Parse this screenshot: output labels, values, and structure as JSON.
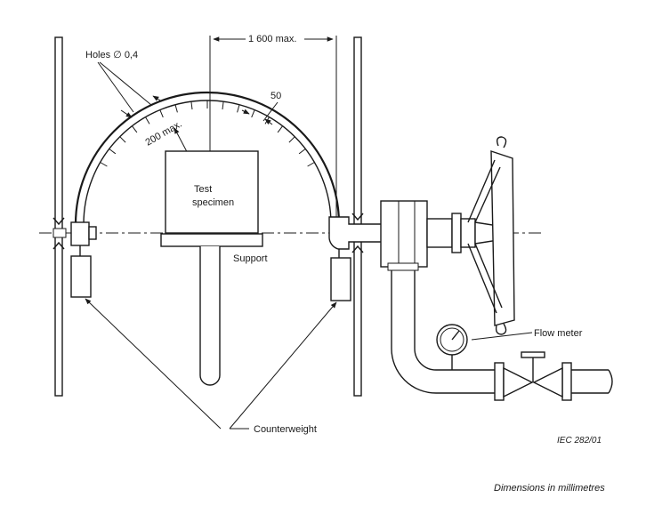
{
  "labels": {
    "holes": "Holes ∅ 0,4",
    "width_max": "1 600 max.",
    "spacing": "50",
    "radius_max": "200 max.",
    "specimen_line1": "Test",
    "specimen_line2": "specimen",
    "support": "Support",
    "flow_meter": "Flow meter",
    "counterweight": "Counterweight",
    "figure_ref": "IEC   282/01",
    "units_note": "Dimensions in millimetres"
  }
}
